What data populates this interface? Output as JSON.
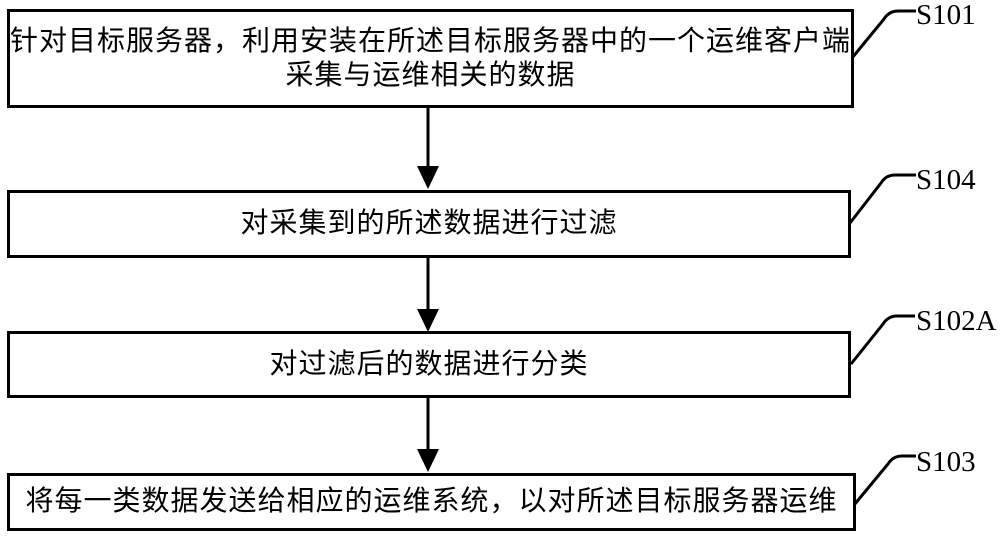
{
  "figure": {
    "background_color": "#ffffff",
    "line_color": "#000000",
    "steps": [
      {
        "id": "S101",
        "lines": [
          "针对目标服务器，利用安装在所述目标服务器中的一个运维客户端",
          "采集与运维相关的数据"
        ]
      },
      {
        "id": "S104",
        "lines": [
          "对采集到的所述数据进行过滤"
        ]
      },
      {
        "id": "S102A",
        "lines": [
          "对过滤后的数据进行分类"
        ]
      },
      {
        "id": "S103",
        "lines": [
          "将每一类数据发送给相应的运维系统，以对所述目标服务器运维"
        ]
      }
    ]
  }
}
